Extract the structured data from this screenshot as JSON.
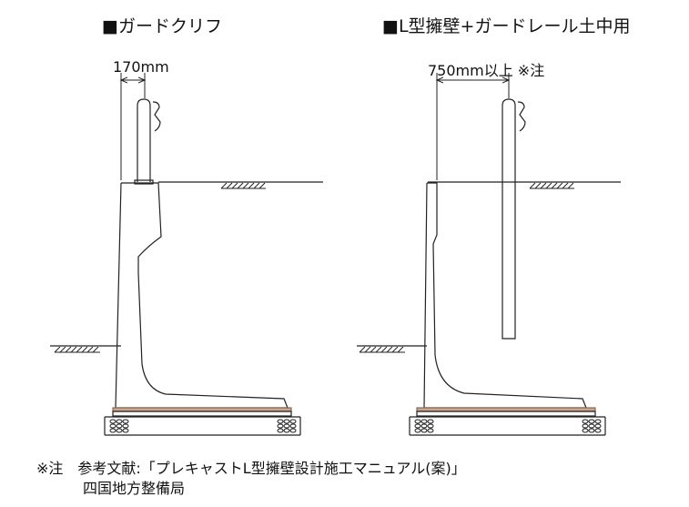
{
  "left_panel": {
    "title": "■ガードクリフ",
    "dimension": "170mm"
  },
  "right_panel": {
    "title": "■L型擁壁+ガードレール土中用",
    "dimension": "750mm以上 ※注"
  },
  "footnote": {
    "line1": "※注　参考文献:「プレキャストL型擁壁設計施工マニュアル(案)」",
    "line2": "四国地方整備局"
  },
  "colors": {
    "line": "#222222",
    "base_layer": "#c9a58c"
  }
}
